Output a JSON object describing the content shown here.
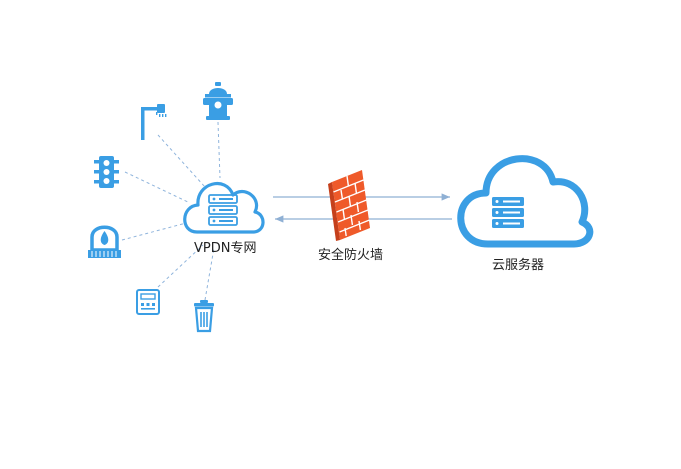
{
  "labels": {
    "vpdn": "VPDN专网",
    "firewall": "安全防火墙",
    "cloud_server": "云服务器"
  },
  "devices": [
    {
      "name": "street-lamp-icon"
    },
    {
      "name": "fire-hydrant-icon"
    },
    {
      "name": "traffic-light-icon"
    },
    {
      "name": "gas-burner-icon"
    },
    {
      "name": "meter-icon"
    },
    {
      "name": "trash-bin-icon"
    }
  ],
  "colors": {
    "primary_blue": "#3a9ee4",
    "firewall_red": "#ef5a2a",
    "link_gray": "#7f9fc4"
  }
}
